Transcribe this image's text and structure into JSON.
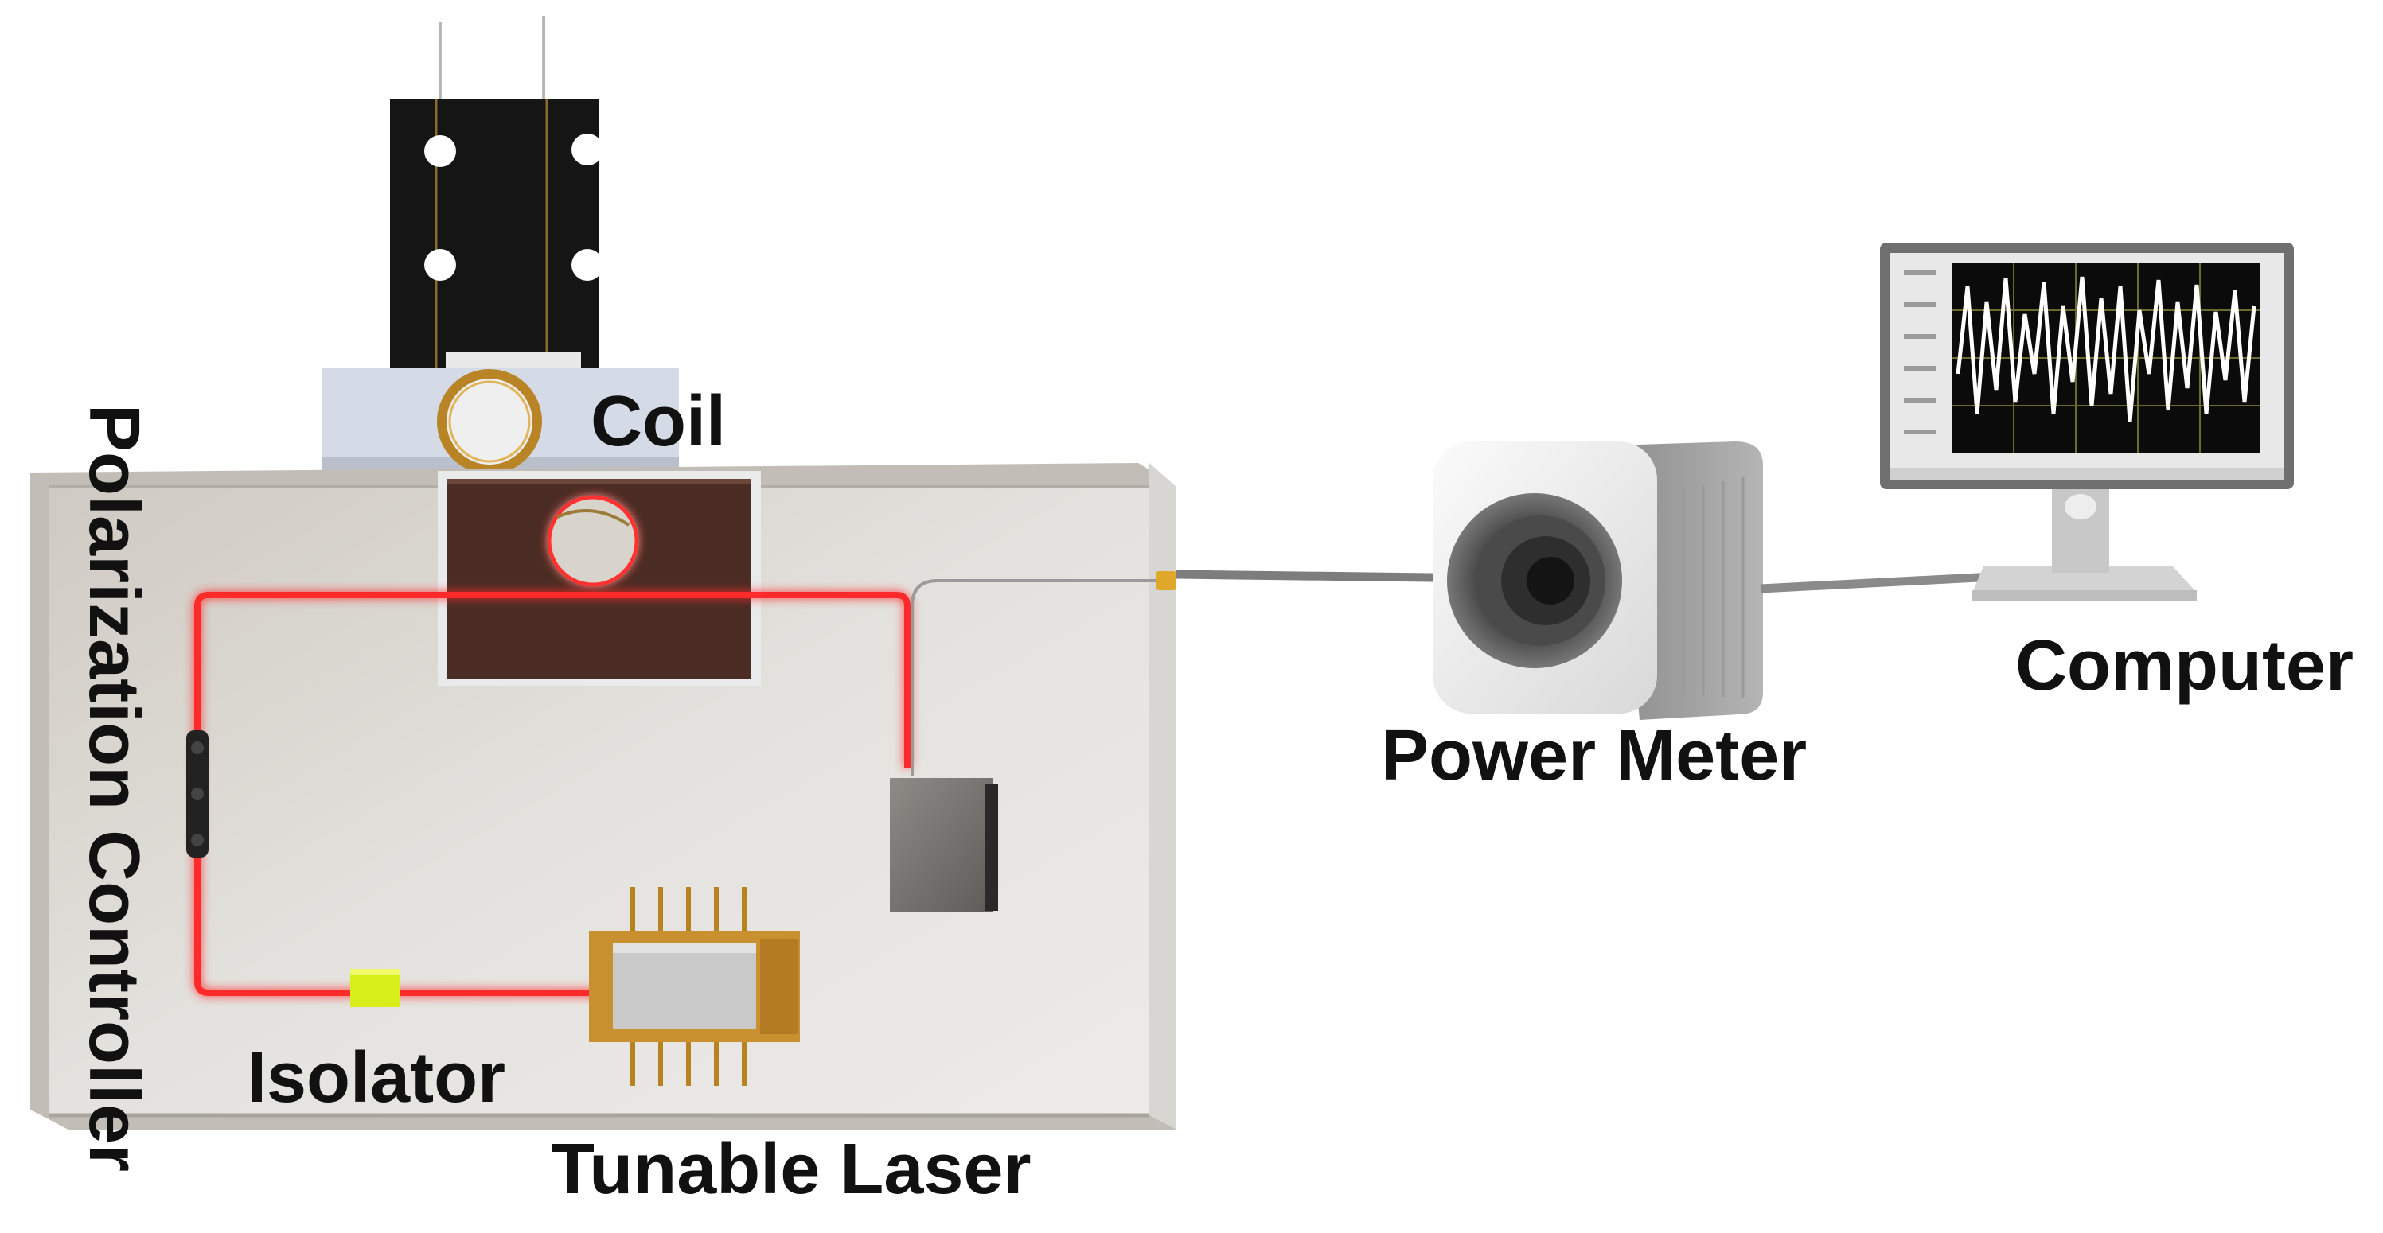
{
  "labels": {
    "coil": "Coil",
    "power_meter": "Power Meter",
    "computer": "Computer",
    "isolator": "Isolator",
    "tunable_laser": "Tunable Laser",
    "polarization_controller": "Polarization Controller"
  },
  "colors": {
    "fiber_red": "#ff2a2a",
    "isolator_yellow": "#d8ee1a",
    "laser_chip_gold": "#c9902f",
    "coil_wire": "#c08a2a",
    "enclosure_floor": "#dedad3",
    "monitor_screen_bg": "#0b0b0b",
    "waveform": "#ffffff"
  },
  "icons": {
    "sample_holder": "perforated-black-plate-icon",
    "coil": "ring-coil-icon",
    "power_meter": "camera-cube-icon",
    "computer": "monitor-icon",
    "polarization_controller": "fiber-paddle-icon",
    "isolator": "cube-icon",
    "tunable_laser": "butterfly-package-icon"
  }
}
